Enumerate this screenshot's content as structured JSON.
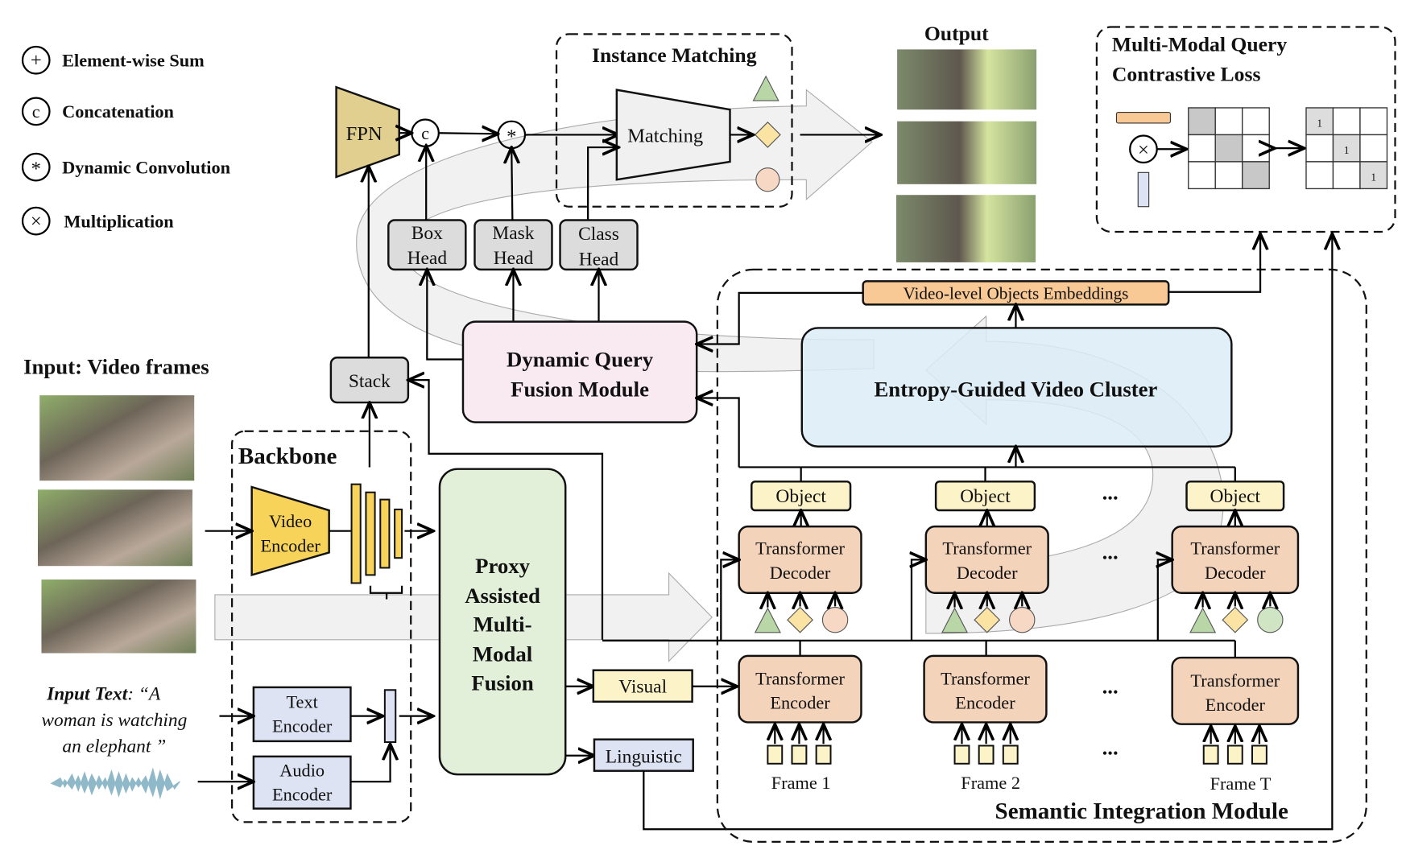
{
  "legend": [
    {
      "symbol": "+",
      "label": "Element-wise Sum"
    },
    {
      "symbol": "c",
      "label": "Concatenation"
    },
    {
      "symbol": "*",
      "label": "Dynamic Convolution"
    },
    {
      "symbol": "×",
      "label": "Multiplication"
    }
  ],
  "fpn": "FPN",
  "instance_matching": {
    "title": "Instance Matching",
    "matching": "Matching"
  },
  "output": {
    "title": "Output"
  },
  "contrastive": {
    "title_line1": "Multi-Modal Query",
    "title_line2": "Contrastive Loss",
    "diag": [
      "1",
      "1",
      "1"
    ]
  },
  "heads": [
    {
      "line1": "Box",
      "line2": "Head"
    },
    {
      "line1": "Mask",
      "line2": "Head"
    },
    {
      "line1": "Class",
      "line2": "Head"
    }
  ],
  "dqf": {
    "line1": "Dynamic Query",
    "line2": "Fusion Module"
  },
  "stack": "Stack",
  "input_video": "Input: Video frames",
  "backbone": {
    "title": "Backbone",
    "video_enc1": "Video",
    "video_enc2": "Encoder",
    "text_enc1": "Text",
    "text_enc2": "Encoder",
    "audio_enc1": "Audio",
    "audio_enc2": "Encoder"
  },
  "input_text": {
    "label": "Input Text",
    "line1": ": “A",
    "line2": "woman is watching",
    "line3": "an elephant ”"
  },
  "proxy": [
    "Proxy",
    "Assisted",
    "Multi-",
    "Modal",
    "Fusion"
  ],
  "visual": "Visual",
  "linguistic": "Linguistic",
  "sim": {
    "title": "Semantic Integration Module",
    "embeddings": "Video-level Objects Embeddings",
    "cluster": "Entropy-Guided Video Cluster",
    "object": "Object",
    "dec1": "Transformer",
    "dec2": "Decoder",
    "enc1": "Transformer",
    "enc2": "Encoder",
    "frames": [
      "Frame 1",
      "Frame 2",
      "Frame T"
    ],
    "ellipsis": "..."
  },
  "colors": {
    "fpn": "#e0cf8e",
    "video_encoder": "#f7d35a",
    "proxy": "#e2efd9",
    "dqf": "#f9e9f1",
    "cluster": "#dcedf7",
    "transformer": "#f4d3bb",
    "object": "#fdf3c8",
    "embeddings": "#f8c895",
    "text_audio": "#dde3f3",
    "head": "#dcdcdc"
  }
}
